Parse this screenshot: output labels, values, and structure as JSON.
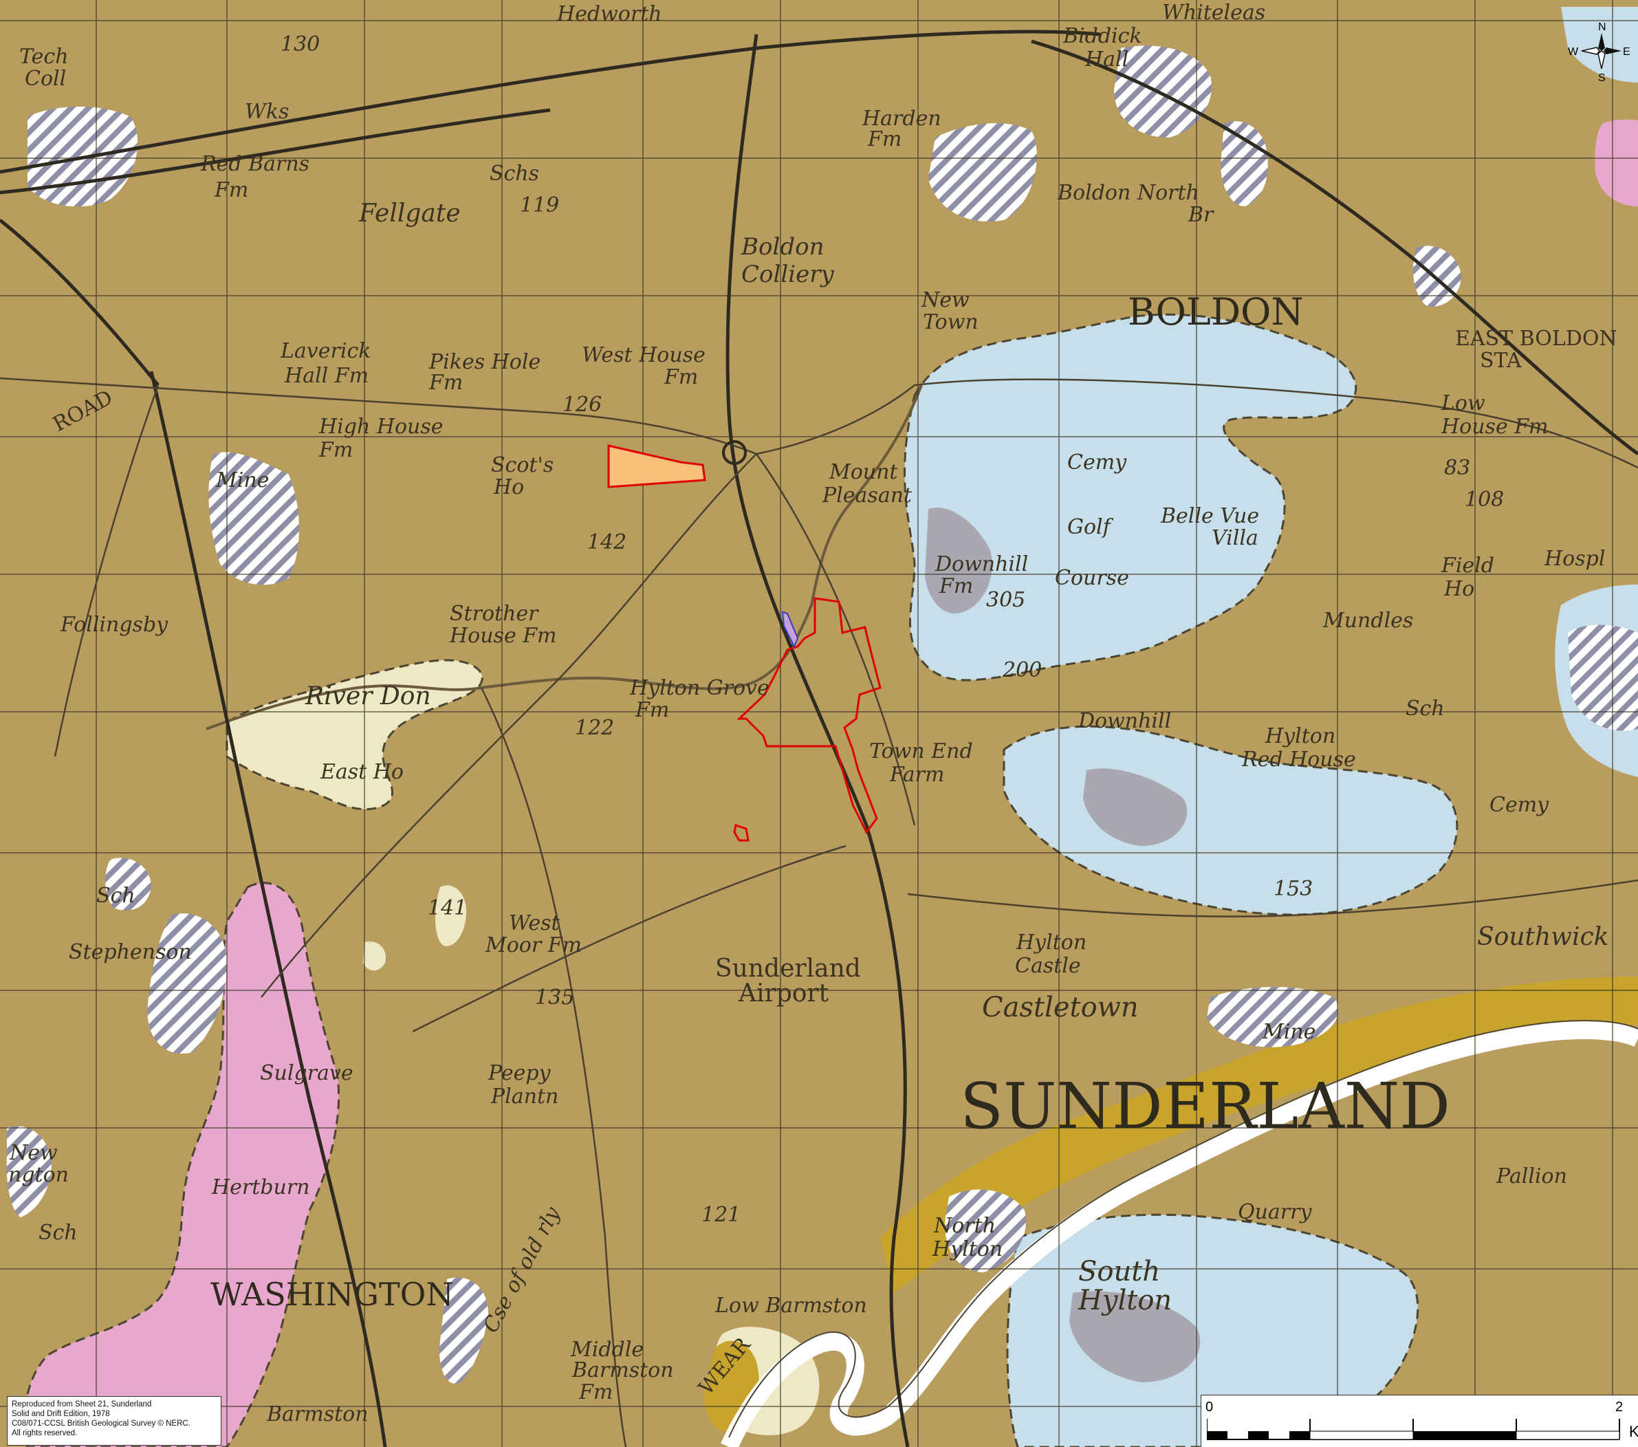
{
  "labels": {
    "hedworth": "Hedworth",
    "whiteleas": "Whiteleas",
    "tech_coll": "Tech",
    "tech_coll2": "Coll",
    "n130": "130",
    "wks": "Wks",
    "red_barns": "Red Barns",
    "red_barns_fm": "Fm",
    "fellgate": "Fellgate",
    "schs": "Schs",
    "n119": "119",
    "biddick_hall": "Biddick",
    "biddick_hall2": "Hall",
    "harden_fm": "Harden",
    "harden_fm2": "Fm",
    "boldon_north_br": "Boldon North",
    "boldon_north_br2": "Br",
    "boldon_colliery": "Boldon",
    "boldon_colliery2": "Colliery",
    "new_town": "New",
    "new_town2": "Town",
    "boldon": "BOLDON",
    "east_boldon_sta": "EAST BOLDON",
    "east_boldon_sta2": "STA",
    "laverick_hall_fm": "Laverick",
    "laverick_hall_fm2": "Hall Fm",
    "pikes_hole_fm": "Pikes Hole",
    "pikes_hole_fm2": "Fm",
    "west_house_fm": "West House",
    "west_house_fm2": "Fm",
    "n126": "126",
    "road": "ROAD",
    "high_house_fm": "High House",
    "high_house_fm2": "Fm",
    "low_house_fm": "Low",
    "low_house_fm2": "House Fm",
    "mine": "Mine",
    "scots_ho": "Scot's",
    "scots_ho2": "Ho",
    "mount_pleasant": "Mount",
    "mount_pleasant2": "Pleasant",
    "cemy": "Cemy",
    "n83": "83",
    "n108": "108",
    "golf": "Golf",
    "belle_vue_villa": "Belle Vue",
    "belle_vue_villa2": "Villa",
    "n142": "142",
    "downhill_fm": "Downhill",
    "downhill_fm2": "Fm",
    "n305": "305",
    "course": "Course",
    "field_ho": "Field",
    "field_ho2": "Ho",
    "hospl": "Hospl",
    "follingsby": "Follingsby",
    "strother_house_fm": "Strother",
    "strother_house_fm2": "House Fm",
    "mundles": "Mundles",
    "n200": "200",
    "river_don": "River Don",
    "hylton_grove_fm": "Hylton Grove",
    "hylton_grove_fm2": "Fm",
    "n122": "122",
    "downhill": "Downhill",
    "sch": "Sch",
    "hylton_red_house": "Hylton",
    "hylton_red_house2": "Red House",
    "town_end_farm": "Town End",
    "town_end_farm2": "Farm",
    "cemy2": "Cemy",
    "east_ho": "East Ho",
    "n141": "141",
    "west_moor_fm": "West",
    "west_moor_fm2": "Moor Fm",
    "n153": "153",
    "sch2": "Sch",
    "stephenson": "Stephenson",
    "hylton_castle": "Hylton",
    "hylton_castle2": "Castle",
    "southwick": "Southwick",
    "sunderland_airport": "Sunderland",
    "sunderland_airport2": "Airport",
    "n135": "135",
    "castletown": "Castletown",
    "mine2": "Mine",
    "sulgrave": "Sulgrave",
    "peepy_plantn": "Peepy",
    "peepy_plantn2": "Plantn",
    "sunderland": "SUNDERLAND",
    "new_washington": "New",
    "new_washington2": "ngton",
    "hertburn": "Hertburn",
    "pallion": "Pallion",
    "quarry": "Quarry",
    "n121": "121",
    "sch3": "Sch",
    "north_hylton": "North",
    "north_hylton2": "Hylton",
    "washington": "WASHINGTON",
    "south_hylton": "South",
    "south_hylton2": "Hylton",
    "cse_of_old_rly": "Cse of old rly",
    "low_barmston": "Low Barmston",
    "middle_barmston_fm": "Middle",
    "middle_barmston_fm2": "Barmston",
    "middle_barmston_fm3": "Fm",
    "barmston": "Barmston",
    "wear": "WEAR"
  },
  "credit": {
    "line1": "Reproduced from Sheet 21, Sunderland",
    "line2": "Solid and Drift Edition, 1978",
    "line3": "C08/071-CCSL British Geological Survey © NERC.",
    "line4": "All rights reserved."
  },
  "scale": {
    "start": "0",
    "end": "2",
    "unit": "K"
  },
  "compass": {
    "n": "N",
    "s": "S",
    "e": "E",
    "w": "W"
  },
  "colors": {
    "base": "#b89d5f",
    "drift_blue": "#c6dfea",
    "pink": "#e8a8cd",
    "alluvium": "#eee8c4",
    "outline": "#e00000",
    "orange": "#f8be7a"
  }
}
